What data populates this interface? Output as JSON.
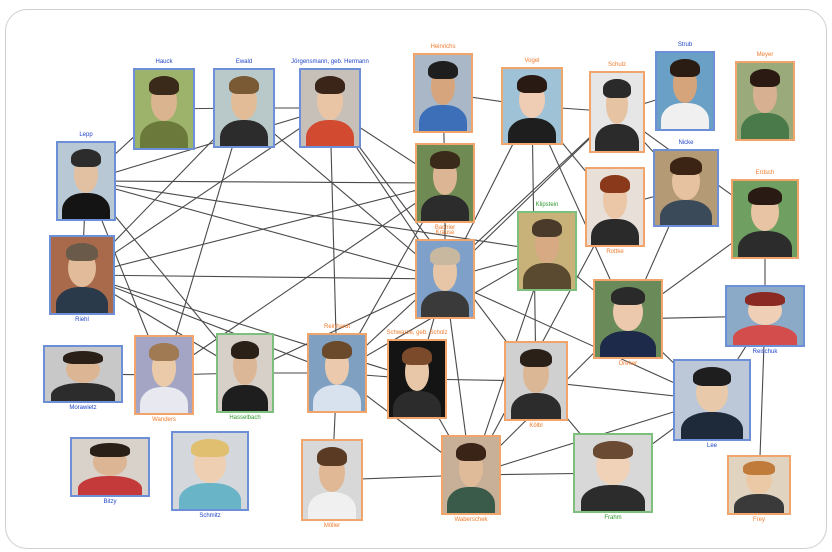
{
  "colors": {
    "edge": "#4a4a4a",
    "border_orange": "#f2a56b",
    "border_blue": "#6d8fd8",
    "border_green": "#7dc07d",
    "label_orange": "#f07b2c",
    "label_blue": "#1f44c9",
    "label_green": "#2f9a2f"
  },
  "people": [
    {
      "id": "hauck",
      "label": "Hauck",
      "group": "blue",
      "skin": "#d9b48f",
      "hair": "#3a2a1a",
      "shirt": "#6b7a3a",
      "bg": "#9db36b"
    },
    {
      "id": "ewald",
      "label": "Ewald",
      "group": "blue",
      "skin": "#e1bc96",
      "hair": "#7a5a35",
      "shirt": "#2c2c2c",
      "bg": "#b9c9c9"
    },
    {
      "id": "jorg",
      "label": "Jörgensmann, geb. Hermann",
      "group": "blue",
      "skin": "#e9c5a6",
      "hair": "#3a2518",
      "shirt": "#d24a30",
      "bg": "#c7c0b8"
    },
    {
      "id": "top_orange1",
      "label": "Heinrichs",
      "group": "orange",
      "skin": "#d6a57e",
      "hair": "#1e1e1e",
      "shirt": "#3d6fb8",
      "bg": "#a9b7c6"
    },
    {
      "id": "vogel",
      "label": "Vogel",
      "group": "orange",
      "skin": "#efcdb4",
      "hair": "#2a1a14",
      "shirt": "#1e1e1e",
      "bg": "#9fc2d6"
    },
    {
      "id": "schulz",
      "label": "Schulz",
      "group": "orange",
      "skin": "#e6c3a3",
      "hair": "#2a2a2a",
      "shirt": "#2b2b2b",
      "bg": "#e6e6e6"
    },
    {
      "id": "strub",
      "label": "Strub",
      "group": "blue",
      "skin": "#d5a47a",
      "hair": "#2a1c12",
      "shirt": "#f0f0f0",
      "bg": "#6aa0c6"
    },
    {
      "id": "meyer",
      "label": "Meyer",
      "group": "orange",
      "skin": "#d7b092",
      "hair": "#2a1a12",
      "shirt": "#4a7a4a",
      "bg": "#9aaa7a"
    },
    {
      "id": "lepp",
      "label": "Lepp",
      "group": "blue",
      "skin": "#e2c0a2",
      "hair": "#2c2c2c",
      "shirt": "#141414",
      "bg": "#b8c8d4"
    },
    {
      "id": "mid_orange",
      "label": "Bachler",
      "group": "orange",
      "skin": "#dcb594",
      "hair": "#3a2a1a",
      "shirt": "#2c2c2c",
      "bg": "#6f8a52"
    },
    {
      "id": "nicke",
      "label": "Nicke",
      "group": "blue",
      "skin": "#e6c2a0",
      "hair": "#3b2414",
      "shirt": "#3a4a58",
      "bg": "#b59a76"
    },
    {
      "id": "rottke",
      "label": "Rottke",
      "group": "orange",
      "skin": "#ecc7a7",
      "hair": "#8a3a1a",
      "shirt": "#2a2a2a",
      "bg": "#e8e0d8"
    },
    {
      "id": "erdsch",
      "label": "Erdsch",
      "group": "orange",
      "skin": "#e8c3a4",
      "hair": "#2a1a14",
      "shirt": "#2c2c2c",
      "bg": "#6fa062"
    },
    {
      "id": "riehl",
      "label": "Riehl",
      "group": "blue",
      "skin": "#e2bc9a",
      "hair": "#6a5a4a",
      "shirt": "#2a3a4a",
      "bg": "#a86a4a"
    },
    {
      "id": "center_blue",
      "label": "Krause",
      "group": "orange",
      "skin": "#e6c6a6",
      "hair": "#c9b8a0",
      "shirt": "#3a3a3a",
      "bg": "#7fa0c8"
    },
    {
      "id": "klipstein",
      "label": "Klipstein",
      "group": "green",
      "skin": "#d7aa84",
      "hair": "#4a3a2a",
      "shirt": "#5a4a30",
      "bg": "#c9b27a"
    },
    {
      "id": "dreher",
      "label": "Dreher",
      "group": "orange",
      "skin": "#ecc9ac",
      "hair": "#2a2a2a",
      "shirt": "#1e2a4a",
      "bg": "#6a8a5a"
    },
    {
      "id": "reischuk",
      "label": "Reischuk",
      "group": "blue",
      "skin": "#efd0b6",
      "hair": "#8a2a22",
      "shirt": "#d44d4d",
      "bg": "#8aaac8"
    },
    {
      "id": "morawietz",
      "label": "Morawietz",
      "group": "blue",
      "skin": "#dcb694",
      "hair": "#2a2018",
      "shirt": "#2c2c2c",
      "bg": "#c8c8c8"
    },
    {
      "id": "wanders",
      "label": "Wanders",
      "group": "orange",
      "skin": "#eacaa9",
      "hair": "#a07a52",
      "shirt": "#e8e8f0",
      "bg": "#a4a4c4"
    },
    {
      "id": "hasselbach",
      "label": "Hasselbach",
      "group": "green",
      "skin": "#dcb797",
      "hair": "#2a2018",
      "shirt": "#1e1e1e",
      "bg": "#d6d0c8"
    },
    {
      "id": "reinhardt",
      "label": "Reinhardt",
      "group": "orange",
      "skin": "#eac9ac",
      "hair": "#6a4a2a",
      "shirt": "#d8e2ee",
      "bg": "#7fa0c0"
    },
    {
      "id": "stark",
      "label": "Schwarze, geb. Scholz",
      "group": "orange",
      "skin": "#e8c6a8",
      "hair": "#7a4a2a",
      "shirt": "#2c2c2c",
      "bg": "#141414"
    },
    {
      "id": "koelbl",
      "label": "Kölbl",
      "group": "orange",
      "skin": "#dcb796",
      "hair": "#2a2018",
      "shirt": "#2c2c2c",
      "bg": "#d0d0d0"
    },
    {
      "id": "lee",
      "label": "Lee",
      "group": "blue",
      "skin": "#e8c9aa",
      "hair": "#1e1e1e",
      "shirt": "#1e2a3a",
      "bg": "#bcc8d8"
    },
    {
      "id": "bitzy",
      "label": "Bitzy",
      "group": "blue",
      "skin": "#dcb594",
      "hair": "#2a2018",
      "shirt": "#c43a3a",
      "bg": "#d8d2ca"
    },
    {
      "id": "schmitz",
      "label": "Schmitz",
      "group": "blue",
      "skin": "#efcfb1",
      "hair": "#e0c070",
      "shirt": "#6ab4c8",
      "bg": "#d4d8dc"
    },
    {
      "id": "moeller",
      "label": "Möller",
      "group": "orange",
      "skin": "#e0b896",
      "hair": "#5a3a22",
      "shirt": "#f0f0f0",
      "bg": "#d8d8d8"
    },
    {
      "id": "waberschek",
      "label": "Waberschek",
      "group": "orange",
      "skin": "#e0bb9a",
      "hair": "#3a2418",
      "shirt": "#3a5a4a",
      "bg": "#c8b098"
    },
    {
      "id": "frahm",
      "label": "Frahm",
      "group": "green",
      "skin": "#efd2b8",
      "hair": "#6a4a32",
      "shirt": "#2c2c2c",
      "bg": "#d8d8d8"
    },
    {
      "id": "frey",
      "label": "Frey",
      "group": "orange",
      "skin": "#ecc9a6",
      "hair": "#c07a3a",
      "shirt": "#3a3a3a",
      "bg": "#e0d4c0"
    }
  ],
  "edges": [
    [
      "hauck",
      "ewald"
    ],
    [
      "hauck",
      "lepp"
    ],
    [
      "ewald",
      "jorg"
    ],
    [
      "ewald",
      "riehl"
    ],
    [
      "ewald",
      "center_blue"
    ],
    [
      "ewald",
      "wanders"
    ],
    [
      "jorg",
      "mid_orange"
    ],
    [
      "jorg",
      "lepp"
    ],
    [
      "jorg",
      "riehl"
    ],
    [
      "jorg",
      "reinhardt"
    ],
    [
      "jorg",
      "center_blue"
    ],
    [
      "jorg",
      "koelbl"
    ],
    [
      "top_orange1",
      "vogel"
    ],
    [
      "top_orange1",
      "mid_orange"
    ],
    [
      "vogel",
      "schulz"
    ],
    [
      "vogel",
      "center_blue"
    ],
    [
      "vogel",
      "dreher"
    ],
    [
      "vogel",
      "rottke"
    ],
    [
      "vogel",
      "koelbl"
    ],
    [
      "schulz",
      "strub"
    ],
    [
      "schulz",
      "center_blue"
    ],
    [
      "schulz",
      "nicke"
    ],
    [
      "schulz",
      "erdsch"
    ],
    [
      "schulz",
      "reinhardt"
    ],
    [
      "lepp",
      "mid_orange"
    ],
    [
      "lepp",
      "center_blue"
    ],
    [
      "lepp",
      "riehl"
    ],
    [
      "lepp",
      "hasselbach"
    ],
    [
      "lepp",
      "wanders"
    ],
    [
      "lepp",
      "klipstein"
    ],
    [
      "riehl",
      "center_blue"
    ],
    [
      "riehl",
      "reinhardt"
    ],
    [
      "riehl",
      "hasselbach"
    ],
    [
      "riehl",
      "stark"
    ],
    [
      "riehl",
      "mid_orange"
    ],
    [
      "mid_orange",
      "center_blue"
    ],
    [
      "mid_orange",
      "wanders"
    ],
    [
      "mid_orange",
      "reinhardt"
    ],
    [
      "center_blue",
      "klipstein"
    ],
    [
      "center_blue",
      "hasselbach"
    ],
    [
      "center_blue",
      "waberschek"
    ],
    [
      "center_blue",
      "lee"
    ],
    [
      "center_blue",
      "stark"
    ],
    [
      "klipstein",
      "dreher"
    ],
    [
      "klipstein",
      "reinhardt"
    ],
    [
      "klipstein",
      "waberschek"
    ],
    [
      "dreher",
      "reischuk"
    ],
    [
      "dreher",
      "lee"
    ],
    [
      "dreher",
      "erdsch"
    ],
    [
      "dreher",
      "waberschek"
    ],
    [
      "nicke",
      "dreher"
    ],
    [
      "nicke",
      "rottke"
    ],
    [
      "rottke",
      "waberschek"
    ],
    [
      "reischuk",
      "frey"
    ],
    [
      "erdsch",
      "reischuk"
    ],
    [
      "hasselbach",
      "reinhardt"
    ],
    [
      "hasselbach",
      "wanders"
    ],
    [
      "reinhardt",
      "stark"
    ],
    [
      "reinhardt",
      "moeller"
    ],
    [
      "reinhardt",
      "waberschek"
    ],
    [
      "stark",
      "waberschek"
    ],
    [
      "stark",
      "koelbl"
    ],
    [
      "koelbl",
      "frahm"
    ],
    [
      "koelbl",
      "lee"
    ],
    [
      "waberschek",
      "frahm"
    ],
    [
      "waberschek",
      "lee"
    ],
    [
      "frahm",
      "lee"
    ],
    [
      "morawietz",
      "wanders"
    ],
    [
      "moeller",
      "waberschek"
    ],
    [
      "lee",
      "reischuk"
    ]
  ]
}
